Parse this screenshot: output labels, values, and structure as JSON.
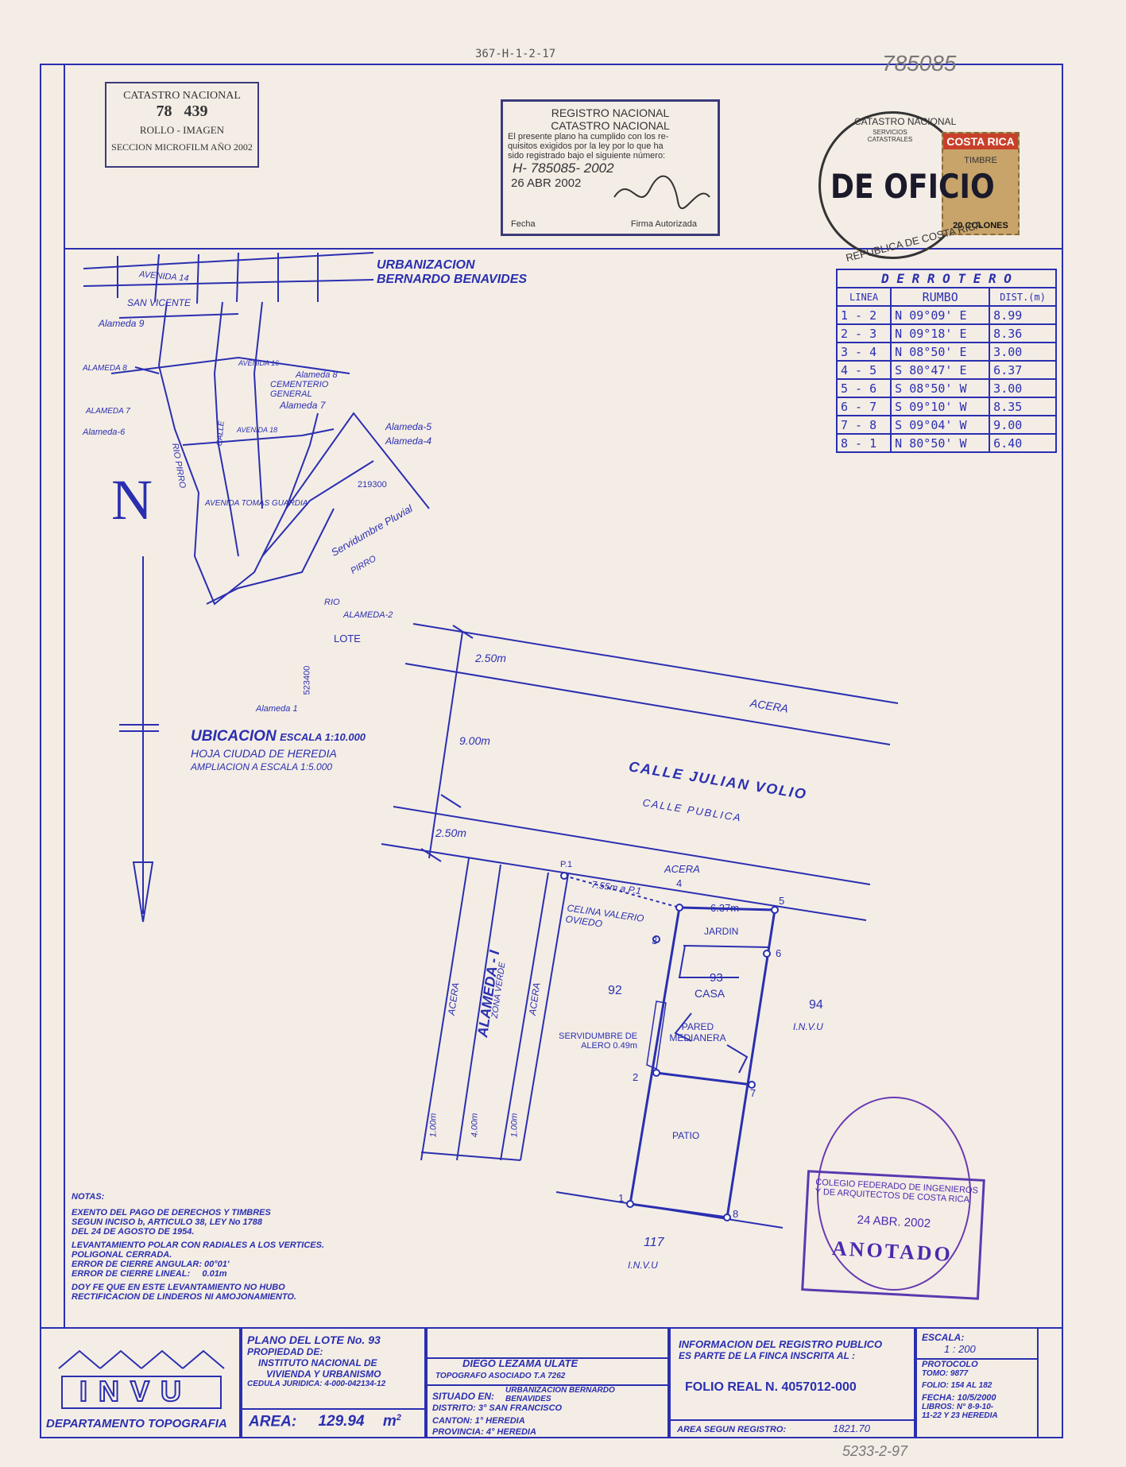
{
  "top_ref": "367-H-1-2-17",
  "top_right_ref": "785085",
  "catastro_box": {
    "line1": "CATASTRO NACIONAL",
    "line2": "78   439",
    "line3": "ROLLO - IMAGEN",
    "line4": "SECCION MICROFILM AÑO 2002"
  },
  "registro_stamp": {
    "title1": "REGISTRO NACIONAL",
    "title2": "CATASTRO NACIONAL",
    "body1": "El presente plano ha cumplido con los re-",
    "body2": "quisitos exigidos por la ley por lo que ha",
    "body3": "sido registrado bajo el siguiente número:",
    "number": "H- 785085- 2002",
    "date": "26 ABR 2002",
    "fecha_label": "Fecha",
    "firma_label": "Firma Autorizada"
  },
  "de_oficio": "DE OFICIO",
  "stamp_costa_rica": {
    "brand": "COSTA RICA",
    "type": "TIMBRE",
    "value": "20 COLONES",
    "ring": "REPUBLICA DE COSTA RICA"
  },
  "seal_ring": "CATASTRO NACIONAL",
  "seal_inner": "SERVICIOS CATASTRALES",
  "urbanizacion": {
    "line1": "URBANIZACION",
    "line2": "BERNARDO BENAVIDES"
  },
  "derrotero": {
    "title": "D E R R O T E R O",
    "headers": [
      "LINEA",
      "RUMBO",
      "DIST.(m)"
    ],
    "rows": [
      [
        "1 - 2",
        "N 09°09' E",
        "8.99"
      ],
      [
        "2 - 3",
        "N 09°18' E",
        "8.36"
      ],
      [
        "3 - 4",
        "N 08°50' E",
        "3.00"
      ],
      [
        "4 - 5",
        "S 80°47' E",
        "6.37"
      ],
      [
        "5 - 6",
        "S 08°50' W",
        "3.00"
      ],
      [
        "6 - 7",
        "S 09°10' W",
        "8.35"
      ],
      [
        "7 - 8",
        "S 09°04' W",
        "9.00"
      ],
      [
        "8 - 1",
        "N 80°50' W",
        "6.40"
      ]
    ]
  },
  "location_map": {
    "labels": [
      "AVENIDA 14",
      "SAN VICENTE",
      "Alameda 9",
      "ALAMEDA 8",
      "ALAMEDA 7",
      "Alameda-6",
      "AVENIDA 16",
      "Alameda 8",
      "CEMENTERIO GENERAL",
      "Alameda 7",
      "Alameda-5",
      "Alameda-4",
      "219300",
      "RIO PIRRO",
      "AVENIDA TOMAS GUARDIA",
      "Servidumbre Pluvial",
      "PIRRO",
      "RIO",
      "ALAMEDA-2",
      "LOTE",
      "523400",
      "Alameda 1",
      "CALLE",
      "AVENIDA 18"
    ],
    "north": "N",
    "ubicacion": "UBICACION",
    "escala": "ESCALA 1:10.000",
    "hoja": "HOJA CIUDAD DE HEREDIA",
    "ampliacion": "AMPLIACION A ESCALA 1:5.000"
  },
  "plan": {
    "acera_top": "ACERA",
    "calle": "CALLE JULIAN VOLIO",
    "calle_publica": "CALLE PUBLICA",
    "dim_250_top": "2.50m",
    "dim_900": "9.00m",
    "dim_250_bottom": "2.50m",
    "acera_lot": "ACERA",
    "p1": "P.1",
    "dist_p1": "7.55m a P.1",
    "d_637": "6.37m",
    "owner": "CELINA VALERIO OVIEDO",
    "jardin": "JARDIN",
    "lot_93": "93",
    "casa": "CASA",
    "lot_92": "92",
    "lot_94": "94",
    "invu_94": "I.N.V.U",
    "pared": "PARED MEDIANERA",
    "servidumbre": "SERVIDUMBRE DE ALERO 0.49m",
    "patio": "PATIO",
    "lot_117": "117",
    "invu_117": "I.N.V.U",
    "alameda": "ALAMEDA - I",
    "zona_verde": "ZONA VERDE",
    "acera_left": "ACERA",
    "acera_right": "ACERA",
    "d_100a": "1.00m",
    "d_400": "4.00m",
    "d_100b": "1.00m",
    "vertices": [
      "1",
      "2",
      "3",
      "4",
      "5",
      "6",
      "7",
      "8"
    ]
  },
  "notas": {
    "title": "NOTAS:",
    "l1": "EXENTO DEL PAGO DE DERECHOS Y TIMBRES",
    "l2": "SEGUN INCISO b, ARTICULO 38, LEY No 1788",
    "l3": "DEL 24 DE AGOSTO DE 1954.",
    "l4": "LEVANTAMIENTO POLAR CON RADIALES A LOS VERTICES.",
    "l5": "POLIGONAL CERRADA.",
    "l6": "ERROR DE CIERRE ANGULAR: 00°01'",
    "l7": "ERROR DE CIERRE LINEAL:     0.01m",
    "l8": "DOY FE QUE EN ESTE LEVANTAMIENTO NO HUBO",
    "l9": "RECTIFICACION DE LINDEROS NI AMOJONAMIENTO."
  },
  "colegio_stamp": {
    "l1": "COLEGIO FEDERADO DE INGENIEROS",
    "l2": "Y DE ARQUITECTOS DE COSTA RICA",
    "date": "24 ABR. 2002",
    "anotado": "ANOTADO"
  },
  "title_block": {
    "invu": "INVU",
    "depto": "DEPARTAMENTO TOPOGRAFIA",
    "plano": "PLANO DEL LOTE No. 93",
    "propiedad": "PROPIEDAD DE:",
    "inst1": "INSTITUTO NACIONAL DE",
    "inst2": "VIVIENDA Y URBANISMO",
    "cedula": "CEDULA JURIDICA: 4-000-042134-12",
    "area_label": "AREA:",
    "area_value": "129.94",
    "area_unit": "m",
    "topografo": "DIEGO LEZAMA ULATE",
    "topografo_title": "TOPOGRAFO ASOCIADO T.A 7262",
    "situado_label": "SITUADO EN:",
    "situado_value": "URBANIZACION BERNARDO BENAVIDES",
    "distrito": "DISTRITO: 3° SAN FRANCISCO",
    "canton": "CANTON: 1° HEREDIA",
    "provincia": "PROVINCIA: 4° HEREDIA",
    "info1": "INFORMACION DEL REGISTRO PUBLICO",
    "info2": "ES PARTE DE LA FINCA INSCRITA AL :",
    "folio": "FOLIO REAL N. 4057012-000",
    "area_reg_label": "AREA SEGUN REGISTRO:",
    "area_reg_value": "1821.70",
    "escala_label": "ESCALA:",
    "escala_value": "1 : 200",
    "protocolo": "PROTOCOLO",
    "tomo": "TOMO: 9877",
    "folio_p": "FOLIO: 154 AL 182",
    "fecha": "FECHA: 10/5/2000",
    "libros": "LIBROS: N° 8-9-10-",
    "libros2": "11-22 Y 23 HEREDIA"
  },
  "bottom_ref": "5233-2-97"
}
